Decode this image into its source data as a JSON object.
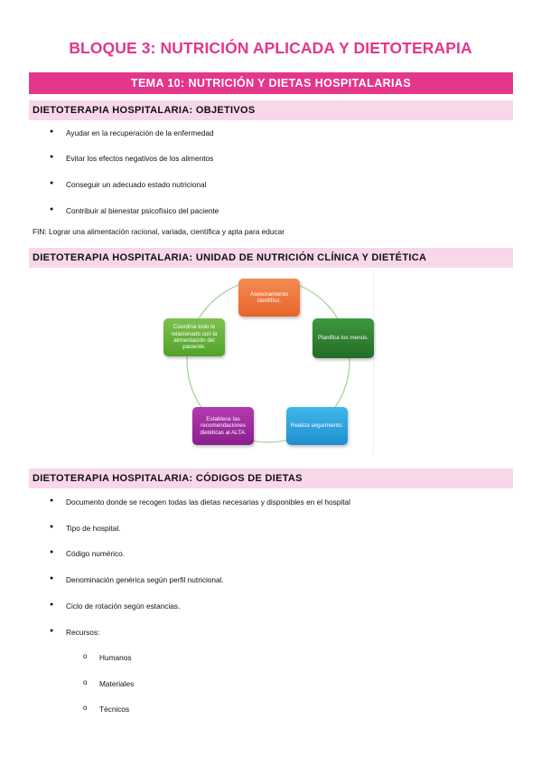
{
  "title": "BLOQUE 3: NUTRICIÓN APLICADA Y DIETOTERAPIA",
  "topic": "TEMA 10: NUTRICIÓN Y DIETAS HOSPITALARIAS",
  "sections": {
    "objetivos": {
      "heading": "DIETOTERAPIA HOSPITALARIA: OBJETIVOS",
      "items": [
        "Ayudar en la recuperación de la enfermedad",
        "Evitar los efectos negativos de los alimentos",
        "Conseguir un adecuado estado nutricional",
        "Contribuir al bienestar psicofísico del paciente"
      ],
      "fin": "FIN: Lograr una alimentación racional, variada, científica y apta para educar"
    },
    "unidad": {
      "heading": "DIETOTERAPIA HOSPITALARIA: UNIDAD DE NUTRICIÓN CLÍNICA Y DIETÉTICA",
      "cycle": [
        "Asesoramiento científico.",
        "Planifica los menús.",
        "Realiza seguimiento.",
        "Establece las recomendaciones dietéticas al ALTA.",
        "Coordina todo lo relacionado con la alimentación del paciente."
      ],
      "colors": {
        "circle": "#a8d49a",
        "node1": "#ee7440",
        "node2": "#2e7d32",
        "node3": "#29a3e0",
        "node4": "#a02aa0",
        "node5": "#66b33a"
      }
    },
    "codigos": {
      "heading": "DIETOTERAPIA HOSPITALARIA: CÓDIGOS DE DIETAS",
      "items": [
        "Documento donde se recogen todas las dietas necesarias y disponibles en el hospital",
        "Tipo de hospital.",
        "Código numérico.",
        "Denominación genérica según perfil nutricional.",
        "Ciclo de rotación según estancias.",
        "Recursos:"
      ],
      "subitems": [
        "Humanos",
        "Materiales",
        "Técnicos"
      ]
    }
  },
  "colors": {
    "accent": "#e4368b",
    "section_bg": "#f8d7e8"
  }
}
